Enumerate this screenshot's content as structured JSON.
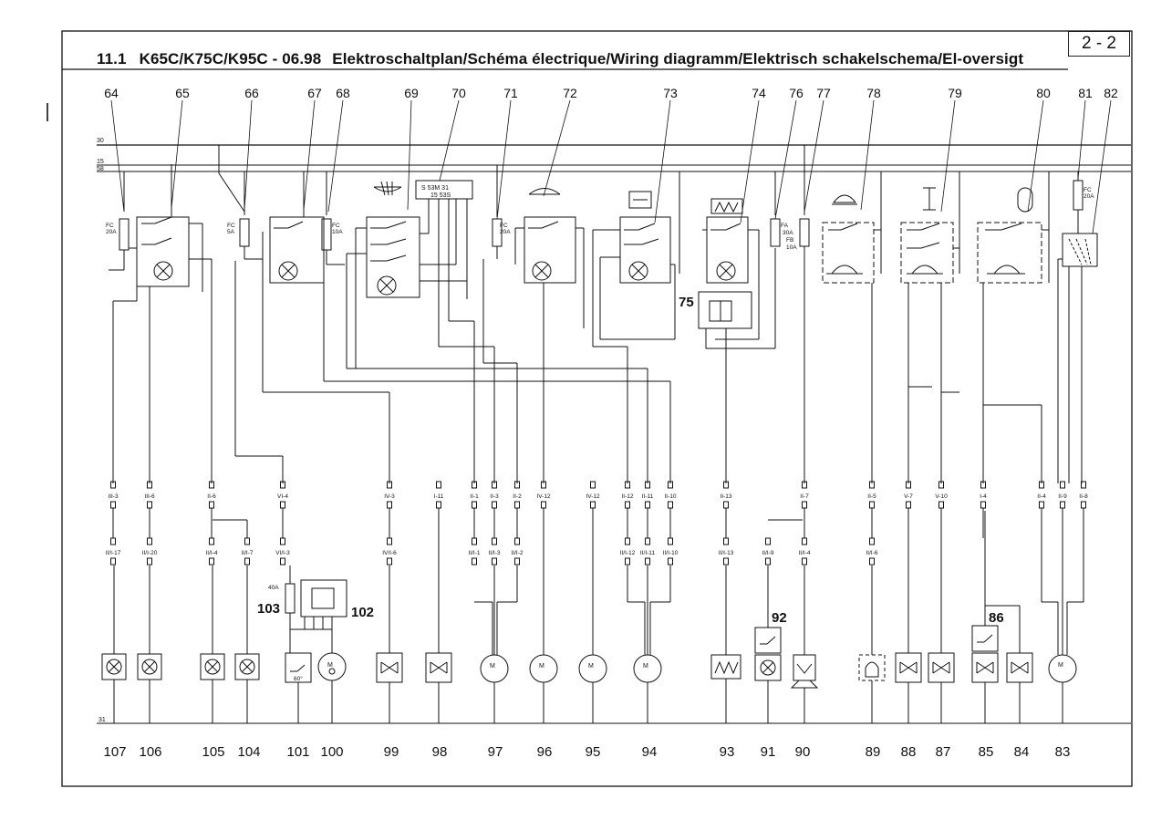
{
  "header": {
    "section": "11.1",
    "models": "K65C/K75C/K95C - 06.98",
    "title": "Elektroschaltplan/Schéma électrique/Wiring diagramm/Elektrisch schakelschema/El-oversigt",
    "page": "2 - 2"
  },
  "rails": {
    "r30": "30",
    "r15": "15",
    "r58": "58",
    "r31": "31"
  },
  "top_labels": [
    "64",
    "65",
    "66",
    "67",
    "68",
    "69",
    "70",
    "71",
    "72",
    "73",
    "74",
    "76",
    "77",
    "78",
    "79",
    "80",
    "81",
    "82"
  ],
  "bottom_labels": [
    "107",
    "106",
    "105",
    "104",
    "101",
    "100",
    "99",
    "98",
    "97",
    "96",
    "95",
    "94",
    "93",
    "91",
    "90",
    "89",
    "88",
    "87",
    "85",
    "84",
    "83"
  ],
  "side_labels": {
    "l75": "75",
    "l103": "103",
    "l102": "102",
    "l92": "92",
    "l86": "86"
  },
  "fuses": {
    "f64_a": "FC",
    "f64_b": "20A",
    "f66_a": "FC",
    "f66_b": "5A",
    "f68_a": "FC",
    "f68_b": "10A",
    "f71_a": "FC",
    "f71_b": "20A",
    "f76_a": "FA",
    "f76_b": "30A",
    "f76_c": "FB",
    "f76_d": "10A",
    "f81_a": "FC",
    "f81_b": "20A",
    "f103": "40A"
  },
  "relay70": {
    "l1": "S   53M  31",
    "l2": "15   53S"
  },
  "thermo_label": "60°",
  "motor_label": "M",
  "connectors_upper": [
    "III-3",
    "III-6",
    "II-6",
    "VI-4",
    "IV-3",
    "I-11",
    "II-1",
    "II-3",
    "II-2",
    "IV-12",
    "IV-12",
    "II-12",
    "II-11",
    "II-10",
    "II-13",
    "II-7",
    "II-5",
    "V-7",
    "V-10",
    "I-4",
    "II-4",
    "II-9",
    "II-8"
  ],
  "connectors_lower": [
    "II/I-17",
    "II/I-20",
    "II/I-4",
    "II/I-7",
    "VI/I-3",
    "IV/I-6",
    "II/I-1",
    "II/I-3",
    "II/I-2",
    "II/I-12",
    "II/I-11",
    "II/I-10",
    "II/I-13",
    "II/I-9",
    "II/I-4",
    "II/I-6"
  ]
}
